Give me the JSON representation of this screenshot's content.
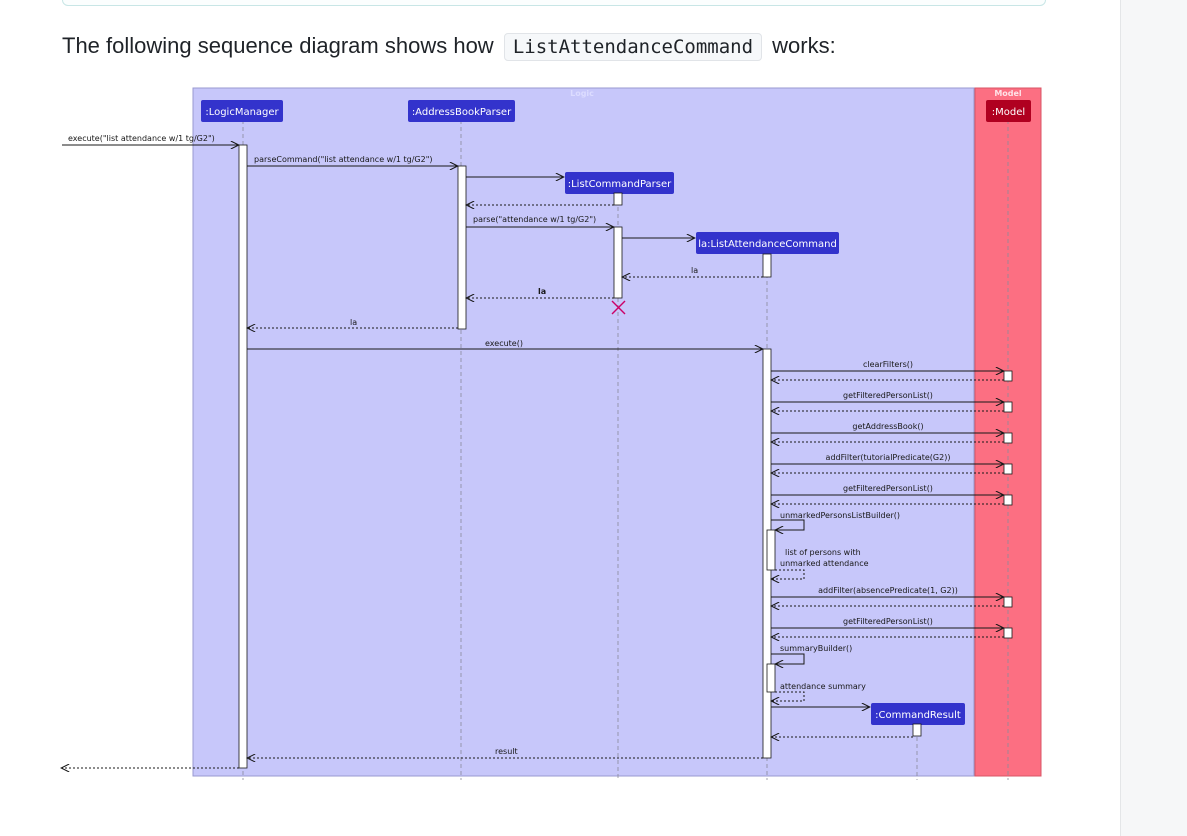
{
  "intro": {
    "before": "The following sequence diagram shows how",
    "code": "ListAttendanceCommand",
    "after": "works:"
  },
  "diagram": {
    "boxes": {
      "logic": "Logic",
      "model": "Model"
    },
    "participants": [
      {
        "id": "logic_manager",
        "label": ":LogicManager"
      },
      {
        "id": "address_book_parser",
        "label": ":AddressBookParser"
      },
      {
        "id": "list_command_parser",
        "label": ":ListCommandParser"
      },
      {
        "id": "list_attendance_command",
        "label": "la:ListAttendanceCommand"
      },
      {
        "id": "command_result",
        "label": ":CommandResult"
      },
      {
        "id": "model",
        "label": ":Model"
      }
    ],
    "messages": [
      {
        "label": "execute(\"list attendance w/1 tg/G2\")"
      },
      {
        "label": "parseCommand(\"list attendance w/1 tg/G2\")"
      },
      {
        "label": "parse(\"attendance w/1 tg/G2\")"
      },
      {
        "label": "la"
      },
      {
        "label": "la"
      },
      {
        "label": "la"
      },
      {
        "label": "execute()"
      },
      {
        "label": "clearFilters()"
      },
      {
        "label": "getFilteredPersonList()"
      },
      {
        "label": "getAddressBook()"
      },
      {
        "label": "addFilter(tutorialPredicate(G2))"
      },
      {
        "label": "getFilteredPersonList()"
      },
      {
        "label": "unmarkedPersonsListBuilder()"
      },
      {
        "label": "list of persons with"
      },
      {
        "label": "unmarked attendance"
      },
      {
        "label": "addFilter(absencePredicate(1, G2))"
      },
      {
        "label": "getFilteredPersonList()"
      },
      {
        "label": "summaryBuilder()"
      },
      {
        "label": "attendance summary"
      },
      {
        "label": "result"
      }
    ],
    "colors": {
      "logic_box": "#c7c7fa",
      "model_box": "#fc6f82",
      "participant": "#3333cc",
      "model_participant": "#b00020",
      "destroy": "#cc0066"
    }
  }
}
